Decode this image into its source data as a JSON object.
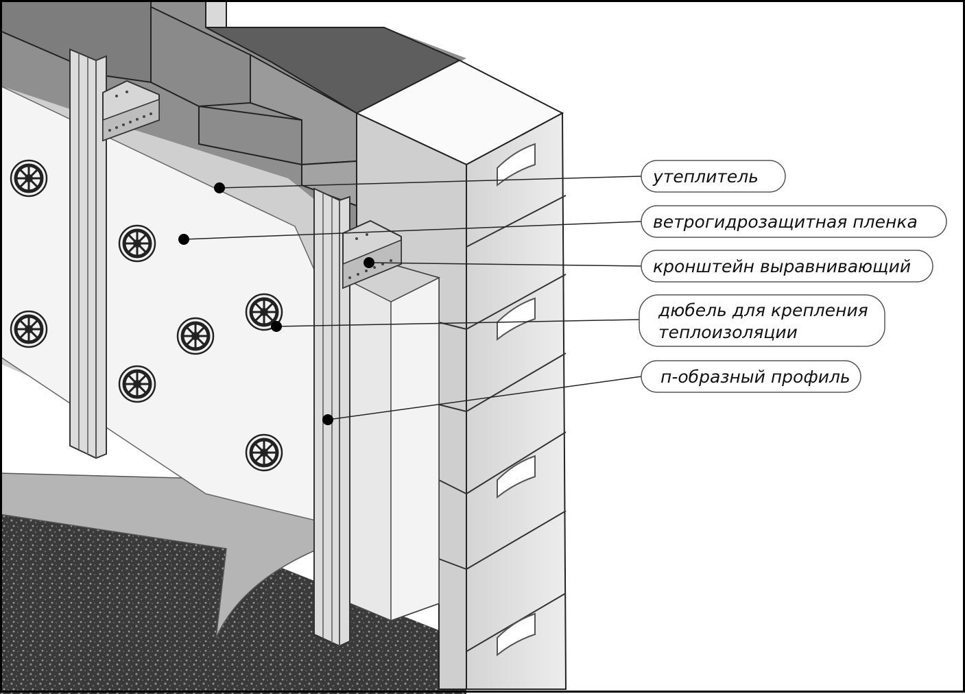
{
  "labels": {
    "insulation": "утеплитель",
    "membrane": "ветрогидрозащитная пленка",
    "bracket": "кронштейн выравнивающий",
    "dowel_line1": "дюбель для крепления",
    "dowel_line2": "теплоизоляции",
    "profile": "п-образный профиль"
  },
  "colors": {
    "frame": "#000000",
    "block_light": "#e6e6e6",
    "block_mid": "#b8b8b8",
    "block_dark": "#5e5e5e",
    "block_top": "#7a7a7a",
    "insulation": "#f4f4f4",
    "membrane": "#d2d2d2",
    "gravel": "#3a3a3a",
    "profile": "#dcdcdc",
    "callout_border": "#555555"
  },
  "icons": [
    "dowel-icon",
    "bracket-icon",
    "profile-rail"
  ]
}
